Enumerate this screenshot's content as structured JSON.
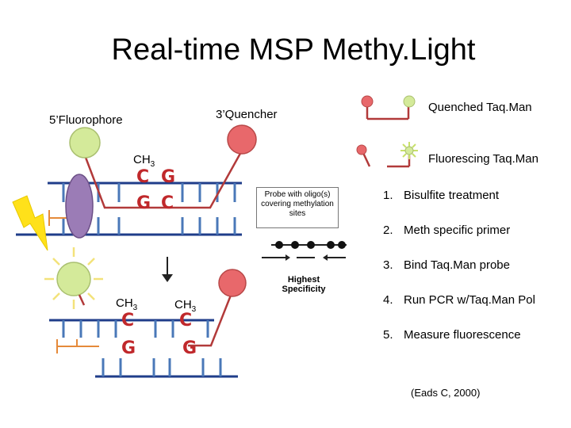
{
  "title": "Real-time MSP Methy.Light",
  "labels": {
    "fluorophore": "5’Fluorophore",
    "quencher": "3’Quencher",
    "quenched_taqman": "Quenched Taq.Man",
    "fluorescing_taqman": "Fluorescing Taq.Man",
    "ch3": "CH",
    "ch3_sub": "3"
  },
  "bases_top": {
    "upper": [
      "C",
      "G"
    ],
    "lower": [
      "G",
      "C"
    ]
  },
  "bases_bottom": {
    "left_upper": "C",
    "left_lower": "G",
    "right_upper": "C",
    "right_lower": "G"
  },
  "inset": {
    "probe_box": "Probe with oligo(s) covering methylation sites",
    "highest_specificity": "Highest Specificity"
  },
  "steps": [
    {
      "num": "1.",
      "text": "Bisulfite treatment"
    },
    {
      "num": "2.",
      "text": "Meth specific primer"
    },
    {
      "num": "3.",
      "text": "Bind Taq.Man probe"
    },
    {
      "num": "4.",
      "text": "Run PCR w/Taq.Man Pol"
    },
    {
      "num": "5.",
      "text": "Measure fluorescence"
    }
  ],
  "citation": "(Eads C, 2000)",
  "colors": {
    "strand": "#1f3d8a",
    "teeth": "#4a78b8",
    "probe_line": "#b23a3a",
    "fluorophore": "#d4ea9a",
    "quencher": "#e8686b",
    "ellipse": "#9b7cb6",
    "lightning": "#ffe11a",
    "primer": "#e58a3a"
  }
}
